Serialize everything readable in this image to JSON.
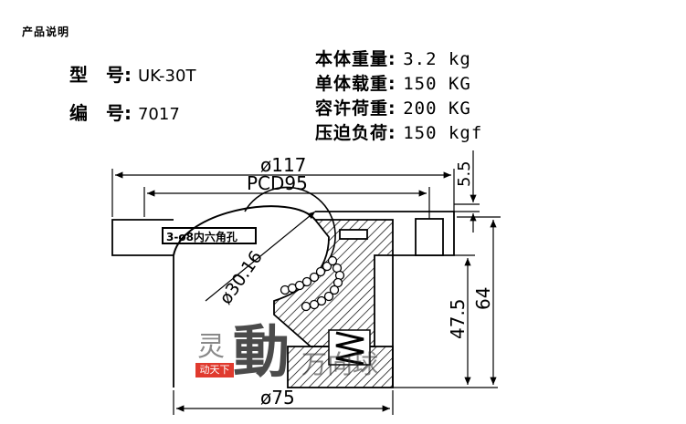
{
  "header": {
    "title": "产品说明"
  },
  "specs_left": [
    {
      "label": "型　号:",
      "value": "UK-30T"
    },
    {
      "label": "编　号:",
      "value": "7017"
    }
  ],
  "specs_right": [
    {
      "label": "本体重量:",
      "value": "3.2 kg"
    },
    {
      "label": "单体载重:",
      "value": "150 KG"
    },
    {
      "label": "容许荷重:",
      "value": "200 KG"
    },
    {
      "label": "压迫负荷:",
      "value": "150 kgf"
    }
  ],
  "dimensions": {
    "outer_dia": "ø117",
    "pcd": "PCD95",
    "ball_dia": "ø30.16",
    "body_dia": "ø75",
    "height_total": "64",
    "height_body": "47.5",
    "flange": "5.5"
  },
  "hole_note": "3-ø8内六角孔",
  "watermark": {
    "main": "灵動万向球",
    "sub": "动天下"
  }
}
